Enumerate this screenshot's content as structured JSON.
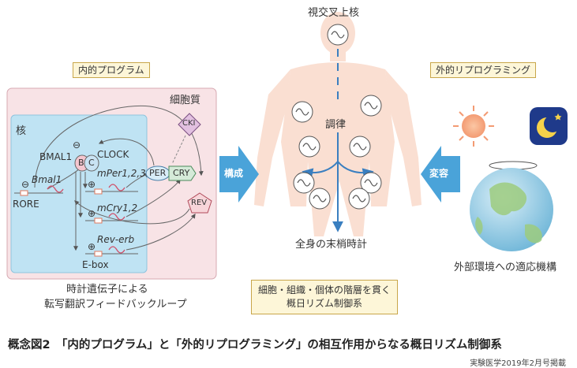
{
  "left_header": "内的プログラム",
  "right_header": "外的リプログラミング",
  "top_label": "視交叉上核",
  "cytoplasm_label": "細胞質",
  "nucleus_label": "核",
  "body_label": "調律",
  "whole_body_clock": "全身の末梢時計",
  "external_adaptation": "外部環境への適応機構",
  "arrow_left": "構成",
  "arrow_right": "変容",
  "genes": {
    "bmal1_protein": "BMAL1",
    "clock_protein": "CLOCK",
    "bmal1_gene": "Bmal1",
    "rore": "RORE",
    "mper": "mPer1,2,3",
    "mcry": "mCry1,2",
    "reverb_gene": "Rev-erb",
    "ebox": "E-box",
    "per": "PER",
    "cry": "CRY",
    "cki": "CKI",
    "rev": "REV",
    "b": "B",
    "c": "C",
    "plus": "⊕",
    "minus": "⊖"
  },
  "left_sub_line1": "時計遺伝子による",
  "left_sub_line2": "転写翻訳フィードバックループ",
  "center_box_line1": "細胞・組織・個体の階層を貫く",
  "center_box_line2": "概日リズム制御系",
  "caption": "概念図2　「内的プログラム」と「外的リプログラミング」の相互作用からなる概日リズム制御系",
  "source": "実験医学2019年2月号掲載",
  "icons": [
    "sun-icon",
    "moon-icon",
    "earth-icon",
    "oscillation-icon"
  ],
  "colors": {
    "accent_blue": "#4aa3d9",
    "cytoplasm": "#f8e3e6",
    "nucleus": "#bfe3f3",
    "label_box": "#fdf6d8",
    "body": "#fadfd2"
  }
}
